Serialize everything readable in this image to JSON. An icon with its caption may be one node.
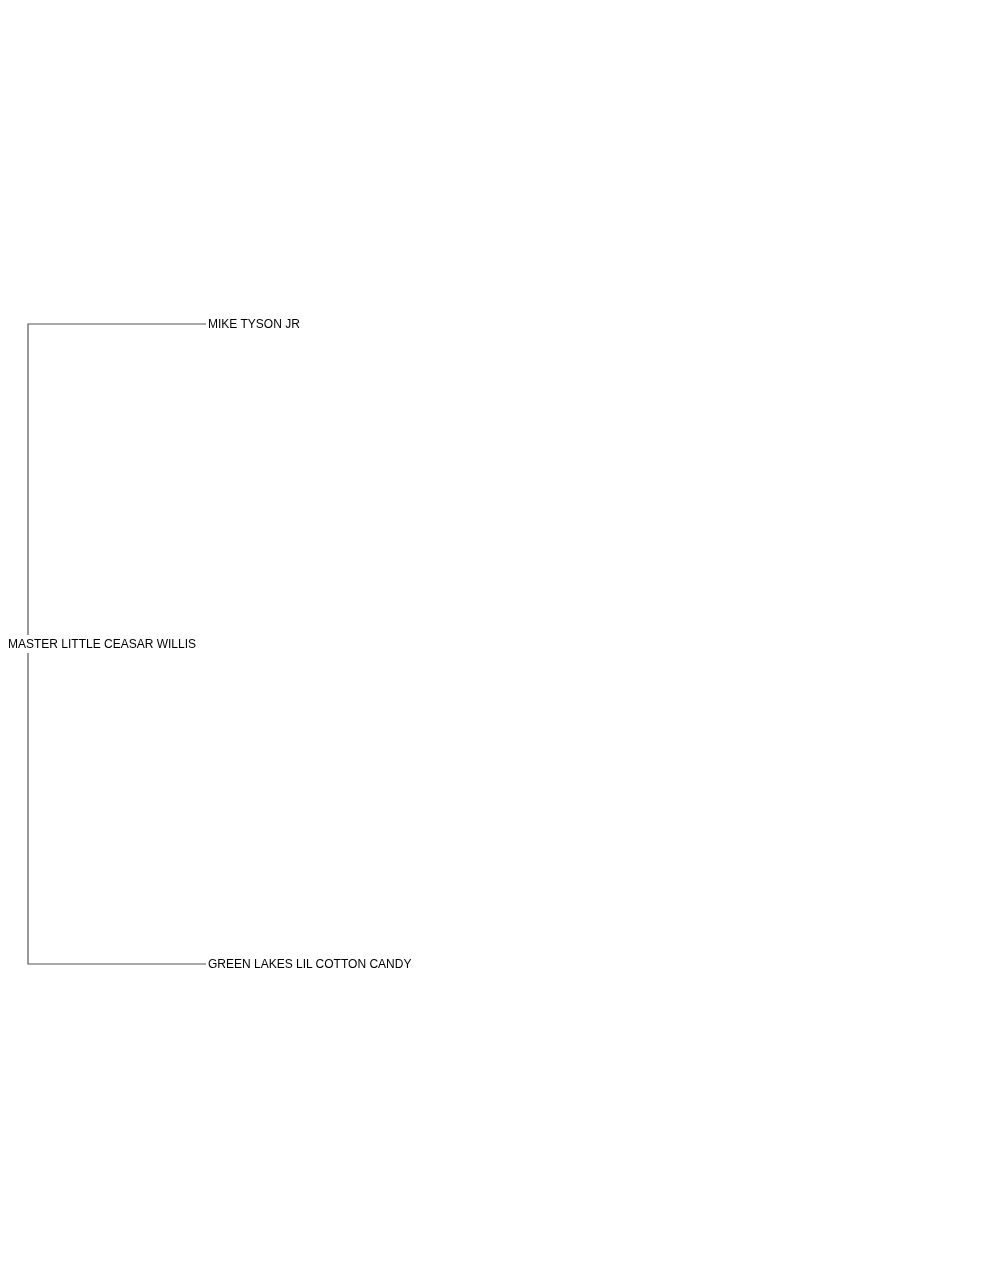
{
  "diagram": {
    "nodes": [
      {
        "text": [
          "MASTER LITTLE CEASAR WILLIS"
        ]
      },
      {
        "text": [
          "MIKE TYSON JR"
        ]
      },
      {
        "text": [
          "GREEN LAKES LIL COTTON CANDY"
        ]
      }
    ],
    "edges": [
      {
        "from": 0,
        "to": 1,
        "arrow": "none"
      },
      {
        "from": 0,
        "to": 2,
        "arrow": "none"
      }
    ]
  }
}
